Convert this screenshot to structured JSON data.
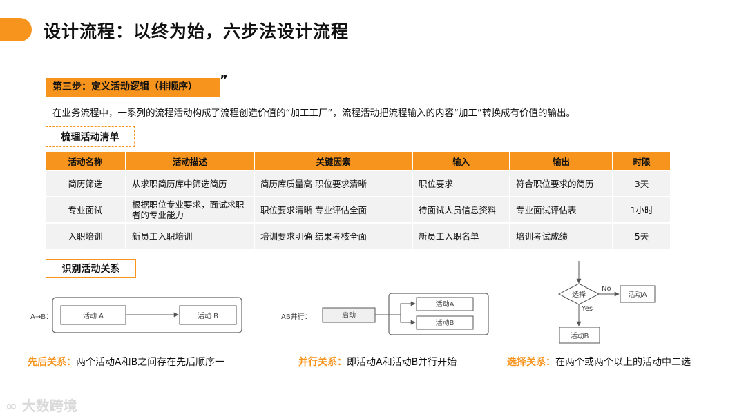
{
  "title": "设计流程：以终为始，六步法设计流程",
  "step": {
    "label": "第三步：定义活动逻辑（排顺序）",
    "quote": "”"
  },
  "intro": "在业务流程中，一系列的流程活动构成了流程创造价值的“加工工厂”，流程活动把流程输入的内容“加工”转换成有价值的输出。",
  "section1": "梳理活动清单",
  "section2": "识别活动关系",
  "table": {
    "headers": [
      "活动名称",
      "活动描述",
      "关键因素",
      "输入",
      "输出",
      "时限"
    ],
    "rows": [
      [
        "简历筛选",
        "从求职简历库中筛选简历",
        "简历库质量高  职位要求清晰",
        "职位要求",
        "符合职位要求的简历",
        "3天"
      ],
      [
        "专业面试",
        "根据职位专业要求，面试求职者的专业能力",
        "职位要求清晰  专业评估全面",
        "待面试人员信息资料",
        "专业面试评估表",
        "1小时"
      ],
      [
        "入职培训",
        "新员工入职培训",
        "培训要求明确  结果考核全面",
        "新员工入职名单",
        "培训考试成绩",
        "5天"
      ]
    ]
  },
  "diagrams": {
    "sequence": {
      "prefix": "A→B：",
      "a": "活动 A",
      "b": "活动 B"
    },
    "parallel": {
      "prefix": "AB并行：",
      "start": "启动",
      "a": "活动A",
      "b": "活动B"
    },
    "choice": {
      "decision": "选择",
      "no": "No",
      "yes": "Yes",
      "a": "活动A",
      "b": "活动B"
    }
  },
  "relations": {
    "sequence": {
      "name": "先后关系：",
      "desc": "两个活动A和B之间存在先后顺序一"
    },
    "parallel": {
      "name": "并行关系：",
      "desc": "即活动A和活动B并行开始"
    },
    "choice": {
      "name": "选择关系：",
      "desc": "在两个或两个以上的活动中二选"
    }
  },
  "watermark": "大数跨境",
  "colors": {
    "accent": "#f7941d",
    "cell": "#f2f2f2",
    "diagram_line": "#555555"
  }
}
